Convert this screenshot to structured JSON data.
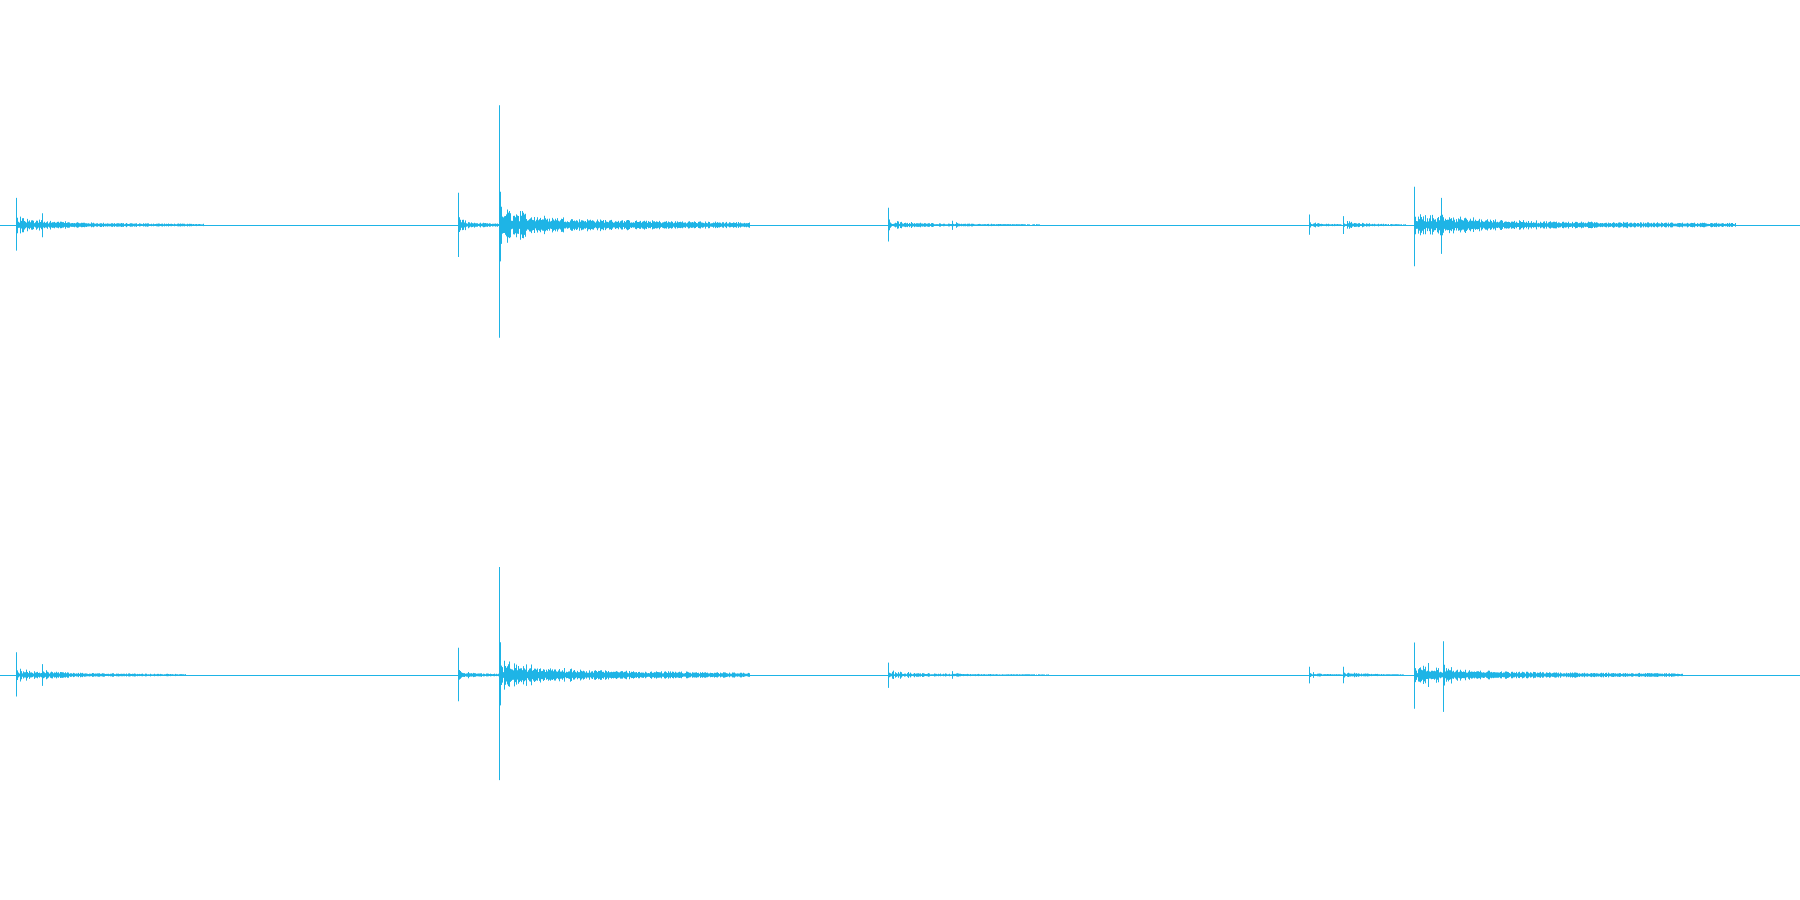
{
  "waveform": {
    "color": "#1eb4e6",
    "background": "#ffffff",
    "channels": [
      {
        "name": "",
        "events": [
          {
            "start": 0.0088,
            "peak_up": 0.23,
            "peak_down": 0.23,
            "decay": 0.105,
            "level": 0.022
          },
          {
            "start": 0.0235,
            "peak_up": 0.1,
            "peak_down": 0.05,
            "decay": 0.05,
            "level": 0.018
          },
          {
            "start": 0.256,
            "peak_up": 0.3,
            "peak_down": 0.3,
            "decay": 0.03,
            "level": 0.02
          },
          {
            "start": 0.2785,
            "peak_up": 1.0,
            "peak_down": 1.0,
            "decay": 0.14,
            "level": 0.05
          },
          {
            "start": 0.496,
            "peak_up": 0.14,
            "peak_down": 0.14,
            "decay": 0.085,
            "level": 0.014
          },
          {
            "start": 0.532,
            "peak_up": 0.04,
            "peak_down": 0.04,
            "decay": 0.02,
            "level": 0.01
          },
          {
            "start": 0.7315,
            "peak_up": 0.09,
            "peak_down": 0.09,
            "decay": 0.02,
            "level": 0.014
          },
          {
            "start": 0.75,
            "peak_up": 0.08,
            "peak_down": 0.08,
            "decay": 0.035,
            "level": 0.014
          },
          {
            "start": 0.79,
            "peak_up": 0.33,
            "peak_down": 0.33,
            "decay": 0.18,
            "level": 0.035
          },
          {
            "start": 0.805,
            "peak_up": 0.24,
            "peak_down": 0.24,
            "decay": 0.1,
            "level": 0.025
          }
        ]
      },
      {
        "name": "",
        "events": [
          {
            "start": 0.0088,
            "peak_up": 0.22,
            "peak_down": 0.22,
            "decay": 0.095,
            "level": 0.022
          },
          {
            "start": 0.0235,
            "peak_up": 0.11,
            "peak_down": 0.05,
            "decay": 0.05,
            "level": 0.018
          },
          {
            "start": 0.256,
            "peak_up": 0.26,
            "peak_down": 0.26,
            "decay": 0.03,
            "level": 0.02
          },
          {
            "start": 0.2785,
            "peak_up": 1.0,
            "peak_down": 1.0,
            "decay": 0.14,
            "level": 0.05
          },
          {
            "start": 0.496,
            "peak_up": 0.12,
            "peak_down": 0.12,
            "decay": 0.09,
            "level": 0.014
          },
          {
            "start": 0.532,
            "peak_up": 0.04,
            "peak_down": 0.04,
            "decay": 0.02,
            "level": 0.01
          },
          {
            "start": 0.7315,
            "peak_up": 0.09,
            "peak_down": 0.09,
            "decay": 0.02,
            "level": 0.014
          },
          {
            "start": 0.75,
            "peak_up": 0.08,
            "peak_down": 0.08,
            "decay": 0.035,
            "level": 0.014
          },
          {
            "start": 0.79,
            "peak_up": 0.34,
            "peak_down": 0.34,
            "decay": 0.15,
            "level": 0.035
          },
          {
            "start": 0.806,
            "peak_up": 0.35,
            "peak_down": 0.35,
            "decay": 0.1,
            "level": 0.025
          }
        ]
      }
    ]
  }
}
